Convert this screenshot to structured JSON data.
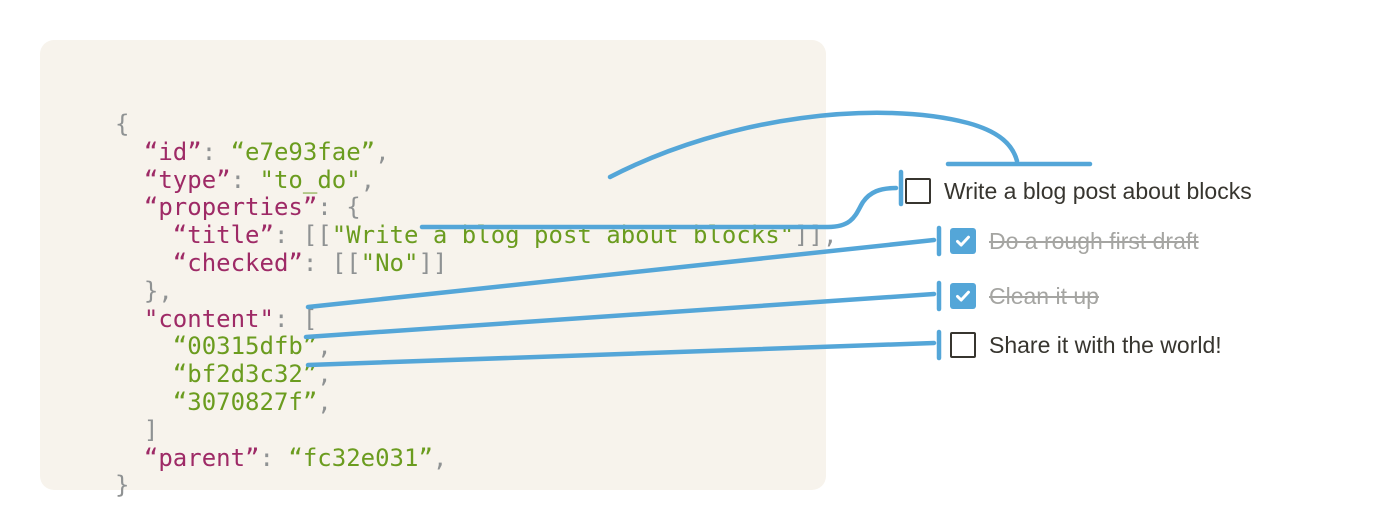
{
  "colors": {
    "page_background": "#FFFFFF",
    "code_background": "#F7F3EC",
    "json_key": "#9E2A66",
    "json_string": "#6B9C1F",
    "json_punctuation": "#8F9293",
    "arrow_blue": "#54A6D8",
    "checkbox_checked_fill": "#54A6D8",
    "checkbox_unchecked_border": "#37352F",
    "todo_text": "#37352F",
    "todo_text_done": "#A5A5A2"
  },
  "code_block": {
    "lines": [
      [
        {
          "c": "p",
          "t": "{"
        }
      ],
      [
        {
          "c": "p",
          "t": "  "
        },
        {
          "c": "k",
          "t": "“id”"
        },
        {
          "c": "p",
          "t": ": "
        },
        {
          "c": "s",
          "t": "“e7e93fae”"
        },
        {
          "c": "p",
          "t": ","
        }
      ],
      [
        {
          "c": "p",
          "t": "  "
        },
        {
          "c": "k",
          "t": "“type”"
        },
        {
          "c": "p",
          "t": ": "
        },
        {
          "c": "s",
          "t": "\"to_do\""
        },
        {
          "c": "p",
          "t": ","
        }
      ],
      [
        {
          "c": "p",
          "t": "  "
        },
        {
          "c": "k",
          "t": "“properties”"
        },
        {
          "c": "p",
          "t": ": {"
        }
      ],
      [
        {
          "c": "p",
          "t": "    "
        },
        {
          "c": "k",
          "t": "“title”"
        },
        {
          "c": "p",
          "t": ": [["
        },
        {
          "c": "s",
          "t": "\"Write a blog post about blocks\""
        },
        {
          "c": "p",
          "t": "]],"
        }
      ],
      [
        {
          "c": "p",
          "t": "    "
        },
        {
          "c": "k",
          "t": "“checked”"
        },
        {
          "c": "p",
          "t": ": [["
        },
        {
          "c": "s",
          "t": "\"No\""
        },
        {
          "c": "p",
          "t": "]]"
        }
      ],
      [
        {
          "c": "p",
          "t": "  },"
        }
      ],
      [
        {
          "c": "p",
          "t": "  "
        },
        {
          "c": "k",
          "t": "\"content\""
        },
        {
          "c": "p",
          "t": ": ["
        }
      ],
      [
        {
          "c": "p",
          "t": "    "
        },
        {
          "c": "s",
          "t": "“00315dfb”"
        },
        {
          "c": "p",
          "t": ","
        }
      ],
      [
        {
          "c": "p",
          "t": "    "
        },
        {
          "c": "s",
          "t": "“bf2d3c32”"
        },
        {
          "c": "p",
          "t": ","
        }
      ],
      [
        {
          "c": "p",
          "t": "    "
        },
        {
          "c": "s",
          "t": "“3070827f”"
        },
        {
          "c": "p",
          "t": ","
        }
      ],
      [
        {
          "c": "p",
          "t": "  ]"
        }
      ],
      [
        {
          "c": "p",
          "t": "  "
        },
        {
          "c": "k",
          "t": "“parent”"
        },
        {
          "c": "p",
          "t": ": "
        },
        {
          "c": "s",
          "t": "“fc32e031”"
        },
        {
          "c": "p",
          "t": ","
        }
      ],
      [
        {
          "c": "p",
          "t": "}"
        }
      ]
    ]
  },
  "todo_list": {
    "items": [
      {
        "label": "Write a blog post about blocks",
        "checked": false
      },
      {
        "label": "Do a rough first draft",
        "checked": true
      },
      {
        "label": "Clean it up",
        "checked": true
      },
      {
        "label": "Share it with the world!",
        "checked": false
      }
    ],
    "checkmark_glyph": "✓"
  }
}
